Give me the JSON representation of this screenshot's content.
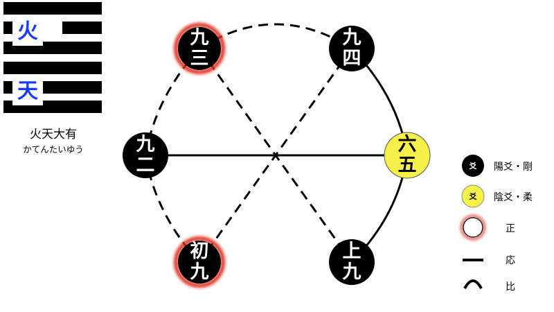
{
  "hexagram": {
    "upper_trigram": "火",
    "lower_trigram": "天",
    "name": "火天大有",
    "reading": "かてんたいゆう"
  },
  "nodes": {
    "n3": {
      "line1": "九",
      "line2": "三",
      "yin": false,
      "correct": true
    },
    "n4": {
      "line1": "九",
      "line2": "四",
      "yin": false,
      "correct": false
    },
    "n2": {
      "line1": "九",
      "line2": "二",
      "yin": false,
      "correct": false
    },
    "n5": {
      "line1": "六",
      "line2": "五",
      "yin": true,
      "correct": false
    },
    "n1": {
      "line1": "初",
      "line2": "九",
      "yin": false,
      "correct": true
    },
    "n6": {
      "line1": "上",
      "line2": "九",
      "yin": false,
      "correct": false
    }
  },
  "legend": {
    "yang_chip": "爻",
    "yang_label": "陽爻・剛",
    "yin_chip": "爻",
    "yin_label": "陰爻・柔",
    "correct_label": "正",
    "resonance_label": "応",
    "adjacent_label": "比"
  },
  "colors": {
    "yang": "#000000",
    "yin": "#f5f04a",
    "correct_ring": "#e03020",
    "trigram_text": "#1a3cff"
  }
}
